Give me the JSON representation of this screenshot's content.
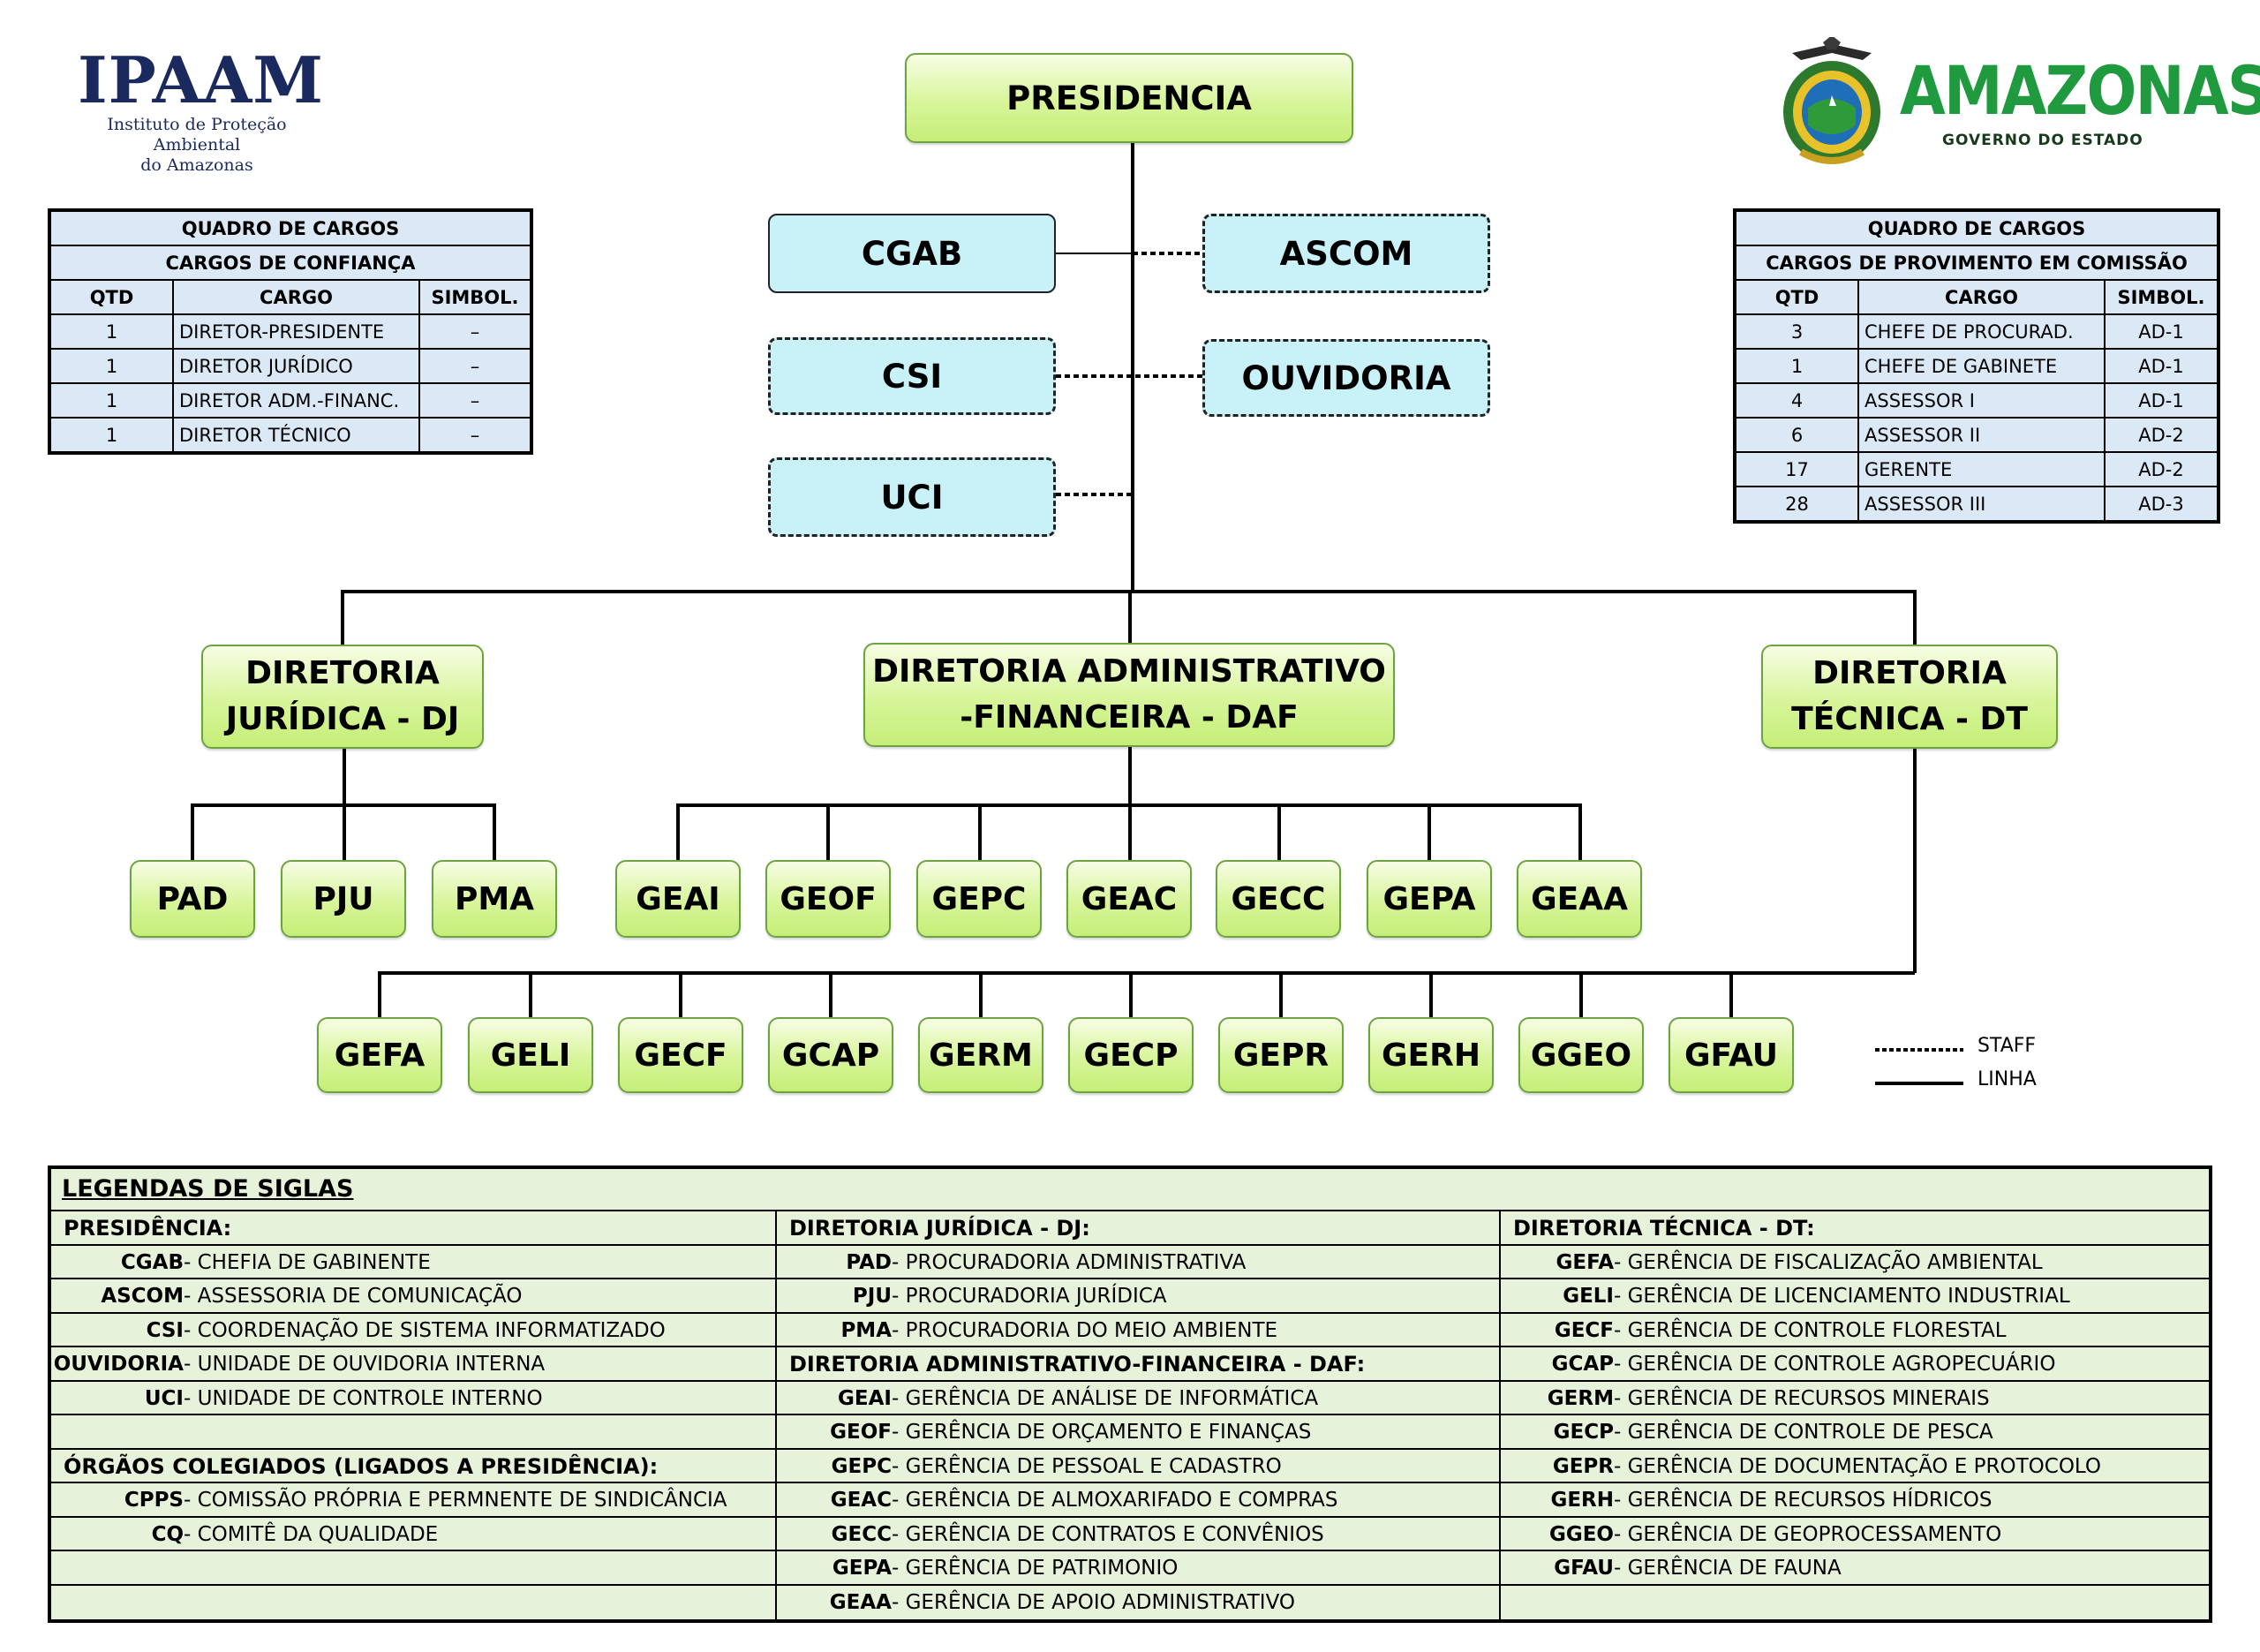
{
  "logos": {
    "ipaam_name": "IPAAM",
    "ipaam_sub_1": "Instituto de Proteção Ambiental",
    "ipaam_sub_2": "do Amazonas",
    "amazonas_name": "AMAZONAS",
    "amazonas_sub": "GOVERNO DO ESTADO",
    "colors": {
      "ipaam": "#1b2a5e",
      "amazonas": "#1f9a3f"
    }
  },
  "org": {
    "presidencia": "PRESIDENCIA",
    "staff_units": {
      "cgab": "CGAB",
      "ascom": "ASCOM",
      "csi": "CSI",
      "ouvidoria": "OUVIDORIA",
      "uci": "UCI"
    },
    "diretorias": {
      "dj_line1": "DIRETORIA",
      "dj_line2": "JURÍDICA - DJ",
      "daf_line1": "DIRETORIA ADMINISTRATIVO",
      "daf_line2": "-FINANCEIRA - DAF",
      "dt_line1": "DIRETORIA",
      "dt_line2": "TÉCNICA - DT"
    },
    "dj_units": [
      "PAD",
      "PJU",
      "PMA"
    ],
    "daf_units": [
      "GEAI",
      "GEOF",
      "GEPC",
      "GEAC",
      "GECC",
      "GEPA",
      "GEAA"
    ],
    "dt_units": [
      "GEFA",
      "GELI",
      "GECF",
      "GCAP",
      "GERM",
      "GECP",
      "GEPR",
      "GERH",
      "GGEO",
      "GFAU"
    ],
    "colors": {
      "unit_fill": "#d7f59a",
      "unit_border": "#6ea342",
      "staff_fill": "#c9f1f8"
    }
  },
  "cargos_confianca": {
    "title": "QUADRO DE CARGOS",
    "subtitle": "CARGOS DE CONFIANÇA",
    "headers": [
      "QTD",
      "CARGO",
      "SIMBOL."
    ],
    "rows": [
      [
        "1",
        "DIRETOR-PRESIDENTE",
        "–"
      ],
      [
        "1",
        "DIRETOR JURÍDICO",
        "–"
      ],
      [
        "1",
        "DIRETOR ADM.-FINANC.",
        "–"
      ],
      [
        "1",
        "DIRETOR TÉCNICO",
        "–"
      ]
    ]
  },
  "cargos_comissao": {
    "title": "QUADRO DE CARGOS",
    "subtitle": "CARGOS DE PROVIMENTO EM COMISSÃO",
    "headers": [
      "QTD",
      "CARGO",
      "SIMBOL."
    ],
    "rows": [
      [
        "3",
        "CHEFE DE PROCURAD.",
        "AD-1"
      ],
      [
        "1",
        "CHEFE DE GABINETE",
        "AD-1"
      ],
      [
        "4",
        "ASSESSOR I",
        "AD-1"
      ],
      [
        "6",
        "ASSESSOR II",
        "AD-2"
      ],
      [
        "17",
        "GERENTE",
        "AD-2"
      ],
      [
        "28",
        "ASSESSOR III",
        "AD-3"
      ]
    ]
  },
  "key": {
    "staff": "STAFF",
    "linha": "LINHA"
  },
  "siglas": {
    "title": "LEGENDAS DE SIGLAS",
    "col1": [
      {
        "header": "PRESIDÊNCIA:"
      },
      {
        "abbr": "CGAB",
        "desc": "- CHEFIA DE GABINENTE"
      },
      {
        "abbr": "ASCOM",
        "desc": "- ASSESSORIA DE COMUNICAÇÃO"
      },
      {
        "abbr": "CSI",
        "desc": "- COORDENAÇÃO DE SISTEMA INFORMATIZADO"
      },
      {
        "abbr": "OUVIDORIA",
        "desc": "- UNIDADE DE OUVIDORIA INTERNA"
      },
      {
        "abbr": "UCI",
        "desc": "- UNIDADE DE CONTROLE INTERNO"
      },
      {},
      {
        "header": "ÓRGÃOS COLEGIADOS (LIGADOS A PRESIDÊNCIA):"
      },
      {
        "abbr": "CPPS",
        "desc": "- COMISSÃO PRÓPRIA E PERMNENTE DE SINDICÂNCIA"
      },
      {
        "abbr": "CQ",
        "desc": "- COMITÊ DA QUALIDADE"
      },
      {},
      {}
    ],
    "col2": [
      {
        "header": "DIRETORIA JURÍDICA - DJ:"
      },
      {
        "abbr": "PAD",
        "desc": "- PROCURADORIA ADMINISTRATIVA"
      },
      {
        "abbr": "PJU",
        "desc": "- PROCURADORIA JURÍDICA"
      },
      {
        "abbr": "PMA",
        "desc": "- PROCURADORIA DO MEIO AMBIENTE"
      },
      {
        "header": "DIRETORIA ADMINISTRATIVO-FINANCEIRA - DAF:"
      },
      {
        "abbr": "GEAI",
        "desc": "- GERÊNCIA DE ANÁLISE DE INFORMÁTICA"
      },
      {
        "abbr": "GEOF",
        "desc": "- GERÊNCIA DE ORÇAMENTO E FINANÇAS"
      },
      {
        "abbr": "GEPC",
        "desc": "- GERÊNCIA DE PESSOAL E CADASTRO"
      },
      {
        "abbr": "GEAC",
        "desc": "- GERÊNCIA DE ALMOXARIFADO E COMPRAS"
      },
      {
        "abbr": "GECC",
        "desc": "- GERÊNCIA DE CONTRATOS E CONVÊNIOS"
      },
      {
        "abbr": "GEPA",
        "desc": "- GERÊNCIA DE PATRIMONIO"
      },
      {
        "abbr": "GEAA",
        "desc": "- GERÊNCIA DE APOIO ADMINISTRATIVO"
      }
    ],
    "col3": [
      {
        "header": "DIRETORIA TÉCNICA - DT:"
      },
      {
        "abbr": "GEFA",
        "desc": "- GERÊNCIA DE FISCALIZAÇÃO AMBIENTAL"
      },
      {
        "abbr": "GELI",
        "desc": "- GERÊNCIA DE LICENCIAMENTO INDUSTRIAL"
      },
      {
        "abbr": "GECF",
        "desc": "- GERÊNCIA DE CONTROLE FLORESTAL"
      },
      {
        "abbr": "GCAP",
        "desc": "- GERÊNCIA DE CONTROLE AGROPECUÁRIO"
      },
      {
        "abbr": "GERM",
        "desc": "- GERÊNCIA DE RECURSOS MINERAIS"
      },
      {
        "abbr": "GECP",
        "desc": "- GERÊNCIA DE CONTROLE DE PESCA"
      },
      {
        "abbr": "GEPR",
        "desc": "- GERÊNCIA DE DOCUMENTAÇÃO E PROTOCOLO"
      },
      {
        "abbr": "GERH",
        "desc": "- GERÊNCIA DE RECURSOS HÍDRICOS"
      },
      {
        "abbr": "GGEO",
        "desc": "- GERÊNCIA DE GEOPROCESSAMENTO"
      },
      {
        "abbr": "GFAU",
        "desc": "- GERÊNCIA DE FAUNA"
      },
      {}
    ]
  }
}
